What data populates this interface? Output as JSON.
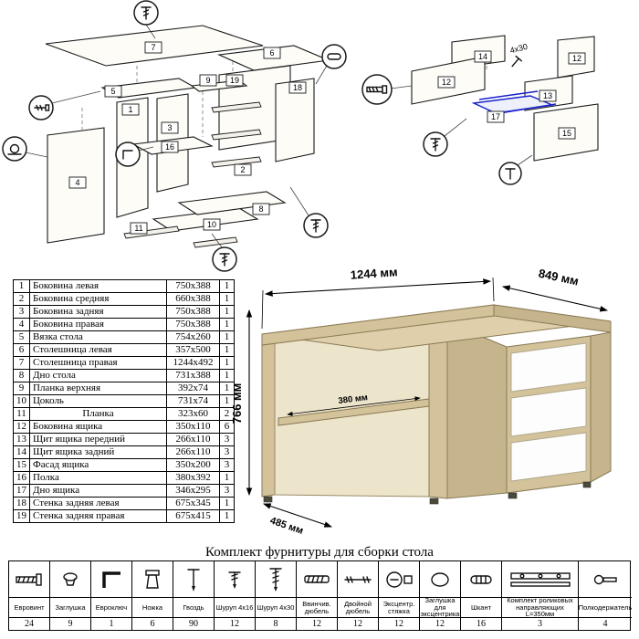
{
  "parts_table": {
    "rows": [
      {
        "num": "1",
        "name": "Боковина левая",
        "size": "750x388",
        "qty": "1"
      },
      {
        "num": "2",
        "name": "Боковина средняя",
        "size": "660x388",
        "qty": "1"
      },
      {
        "num": "3",
        "name": "Боковина задняя",
        "size": "750x388",
        "qty": "1"
      },
      {
        "num": "4",
        "name": "Боковина правая",
        "size": "750x388",
        "qty": "1"
      },
      {
        "num": "5",
        "name": "Вязка стола",
        "size": "754x260",
        "qty": "1"
      },
      {
        "num": "6",
        "name": "Столешница левая",
        "size": "357x500",
        "qty": "1"
      },
      {
        "num": "7",
        "name": "Столешница правая",
        "size": "1244x492",
        "qty": "1"
      },
      {
        "num": "8",
        "name": "Дно стола",
        "size": "731x388",
        "qty": "1"
      },
      {
        "num": "9",
        "name": "Планка верхняя",
        "size": "392x74",
        "qty": "1"
      },
      {
        "num": "10",
        "name": "Цоколь",
        "size": "731x74",
        "qty": "1"
      },
      {
        "num": "11",
        "name": "Планка",
        "size": "323x60",
        "qty": "2"
      },
      {
        "num": "12",
        "name": "Боковина ящика",
        "size": "350x110",
        "qty": "6"
      },
      {
        "num": "13",
        "name": "Щит ящика передний",
        "size": "266x110",
        "qty": "3"
      },
      {
        "num": "14",
        "name": "Щит ящика задний",
        "size": "266x110",
        "qty": "3"
      },
      {
        "num": "15",
        "name": "Фасад ящика",
        "size": "350x200",
        "qty": "3"
      },
      {
        "num": "16",
        "name": "Полка",
        "size": "380x392",
        "qty": "1"
      },
      {
        "num": "17",
        "name": "Дно ящика",
        "size": "346x295",
        "qty": "3"
      },
      {
        "num": "18",
        "name": "Стенка задняя левая",
        "size": "675x345",
        "qty": "1"
      },
      {
        "num": "19",
        "name": "Стенка задняя правая",
        "size": "675x415",
        "qty": "1"
      }
    ]
  },
  "desk": {
    "dim_width": "1244 мм",
    "dim_depth": "849 мм",
    "dim_height": "766 мм",
    "dim_shelf": "380 мм",
    "dim_foot": "485 мм"
  },
  "exploded_left": {
    "labels": [
      "7",
      "6",
      "19",
      "18",
      "5",
      "3",
      "16",
      "2",
      "9",
      "10",
      "8",
      "4",
      "1",
      "11"
    ]
  },
  "exploded_right": {
    "labels": [
      "14",
      "12",
      "12",
      "13",
      "17",
      "15"
    ],
    "screw_note": "4x30"
  },
  "hardware": {
    "title": "Комплект фурнитуры для сборки стола",
    "items": [
      {
        "name": "Евровинт",
        "qty": "24",
        "icon": "confirmat-screw-icon"
      },
      {
        "name": "Заглушка",
        "qty": "9",
        "icon": "plug-icon"
      },
      {
        "name": "Евроключ",
        "qty": "1",
        "icon": "hex-key-icon"
      },
      {
        "name": "Ножка",
        "qty": "6",
        "icon": "foot-icon"
      },
      {
        "name": "Гвоздь",
        "qty": "90",
        "icon": "nail-icon"
      },
      {
        "name": "Шуруп 4x16",
        "qty": "12",
        "icon": "screw-4x16-icon"
      },
      {
        "name": "Шуруп 4x30",
        "qty": "8",
        "icon": "screw-4x30-icon"
      },
      {
        "name": "Ввинчив. дюбель",
        "qty": "12",
        "icon": "threaded-dowel-icon"
      },
      {
        "name": "Двойной дюбель",
        "qty": "12",
        "icon": "double-dowel-icon"
      },
      {
        "name": "Эксцентр. стяжка",
        "qty": "12",
        "icon": "cam-lock-icon"
      },
      {
        "name": "Заглушка для эксцентрика",
        "qty": "12",
        "icon": "cam-cover-icon"
      },
      {
        "name": "Шкант",
        "qty": "16",
        "icon": "wood-dowel-icon"
      },
      {
        "name": "Комплект роликовых направляющих L=350мм",
        "qty": "3",
        "icon": "drawer-slides-icon"
      },
      {
        "name": "Полкодержатель",
        "qty": "4",
        "icon": "shelf-pin-icon"
      }
    ]
  },
  "colors": {
    "wood": "#d8c8a1",
    "wood_dark": "#c6b58c",
    "drawer_white": "#fdfdfd",
    "accent_blue": "#1822cc"
  }
}
